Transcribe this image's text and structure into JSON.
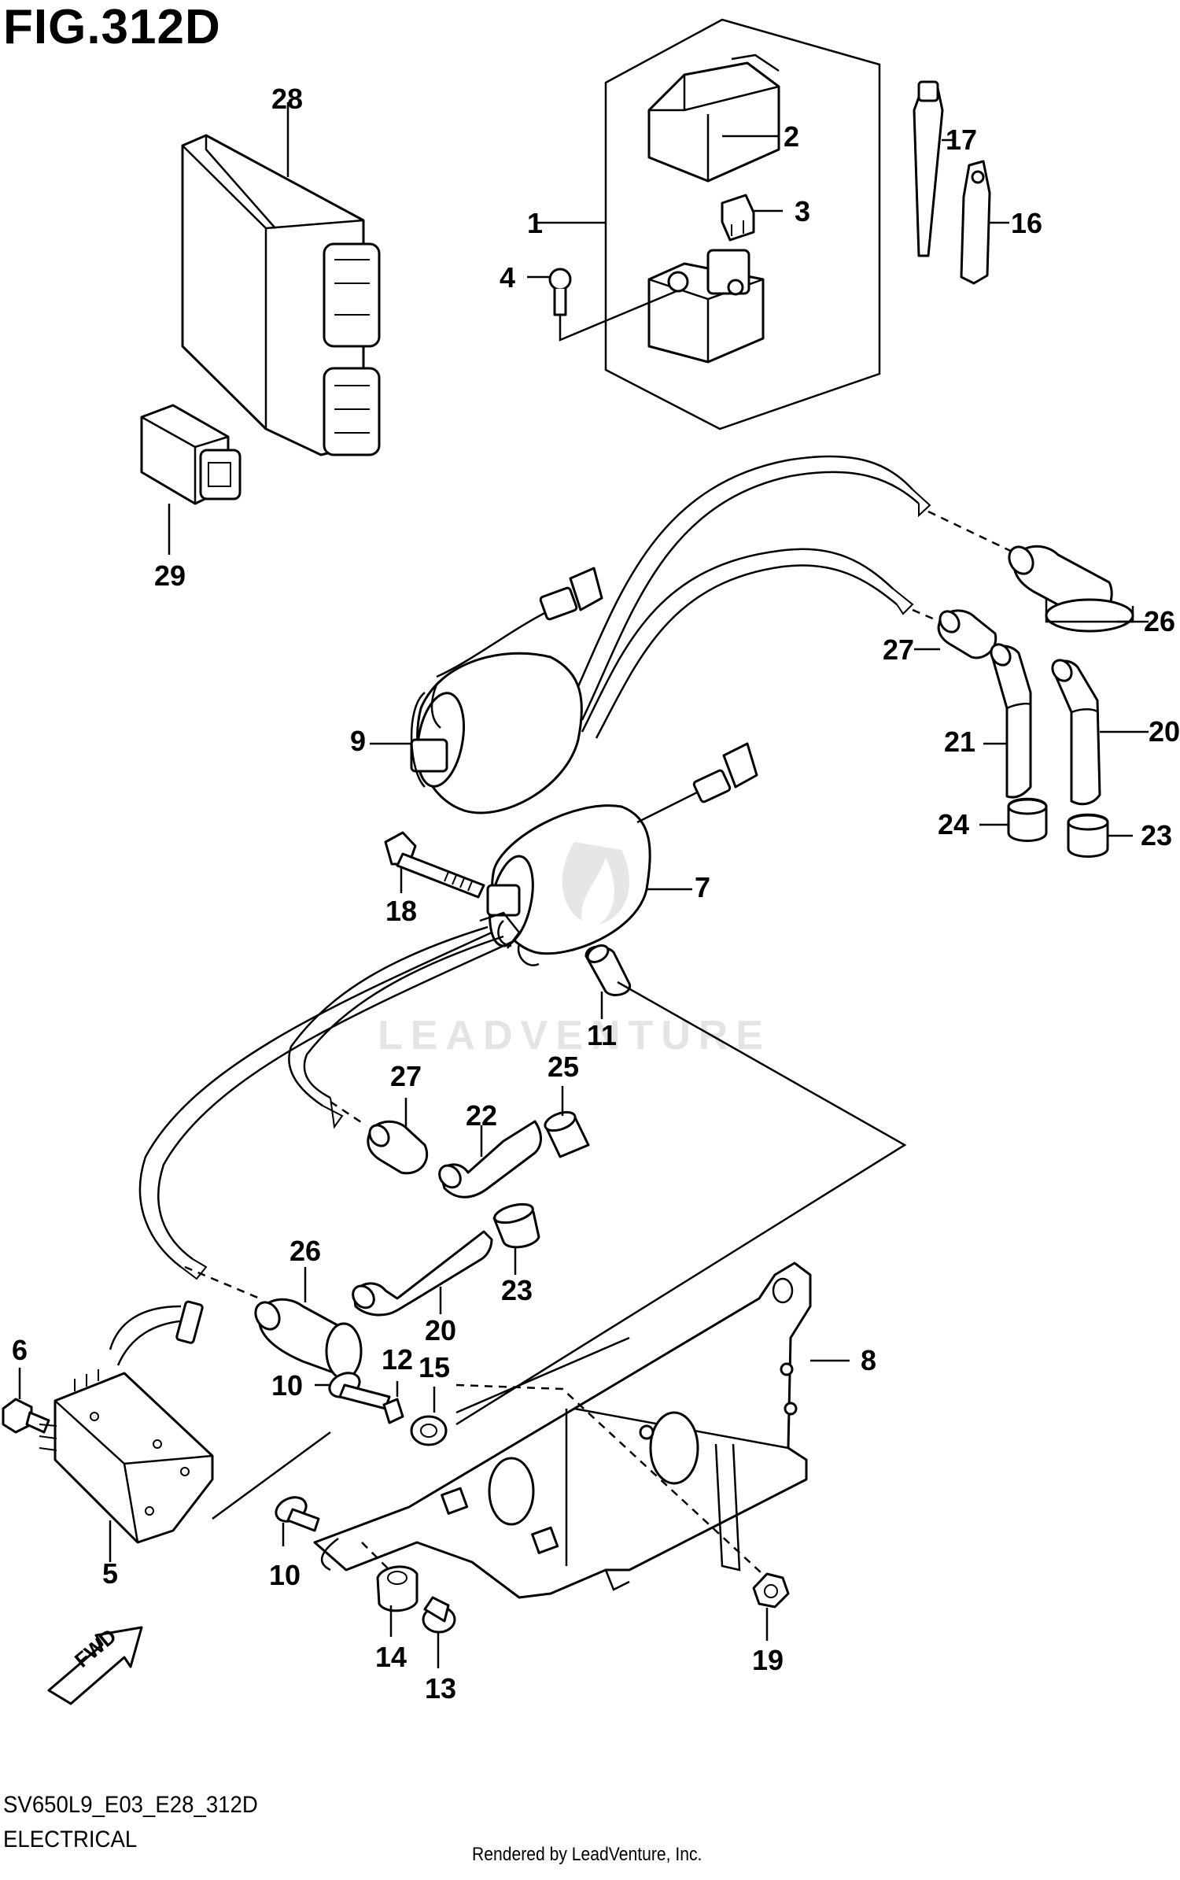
{
  "figure": {
    "title": "FIG.312D",
    "model_code": "SV650L9_E03_E28_312D",
    "section_name": "ELECTRICAL",
    "render_credit": "Rendered by LeadVenture, Inc.",
    "watermark": "LEADVENTURE",
    "fwd_label": "FWD"
  },
  "callouts": [
    {
      "id": "c28",
      "label": "28"
    },
    {
      "id": "c29",
      "label": "29"
    },
    {
      "id": "c1",
      "label": "1"
    },
    {
      "id": "c2",
      "label": "2"
    },
    {
      "id": "c3",
      "label": "3"
    },
    {
      "id": "c4",
      "label": "4"
    },
    {
      "id": "c17",
      "label": "17"
    },
    {
      "id": "c16",
      "label": "16"
    },
    {
      "id": "c26a",
      "label": "26"
    },
    {
      "id": "c27a",
      "label": "27"
    },
    {
      "id": "c21",
      "label": "21"
    },
    {
      "id": "c20a",
      "label": "20"
    },
    {
      "id": "c24",
      "label": "24"
    },
    {
      "id": "c23a",
      "label": "23"
    },
    {
      "id": "c9",
      "label": "9"
    },
    {
      "id": "c7",
      "label": "7"
    },
    {
      "id": "c18",
      "label": "18"
    },
    {
      "id": "c11",
      "label": "11"
    },
    {
      "id": "c27b",
      "label": "27"
    },
    {
      "id": "c25",
      "label": "25"
    },
    {
      "id": "c22",
      "label": "22"
    },
    {
      "id": "c26b",
      "label": "26"
    },
    {
      "id": "c23b",
      "label": "23"
    },
    {
      "id": "c20b",
      "label": "20"
    },
    {
      "id": "c8",
      "label": "8"
    },
    {
      "id": "c6",
      "label": "6"
    },
    {
      "id": "c10a",
      "label": "10"
    },
    {
      "id": "c12",
      "label": "12"
    },
    {
      "id": "c15",
      "label": "15"
    },
    {
      "id": "c5",
      "label": "5"
    },
    {
      "id": "c10b",
      "label": "10"
    },
    {
      "id": "c14",
      "label": "14"
    },
    {
      "id": "c13",
      "label": "13"
    },
    {
      "id": "c19",
      "label": "19"
    }
  ]
}
